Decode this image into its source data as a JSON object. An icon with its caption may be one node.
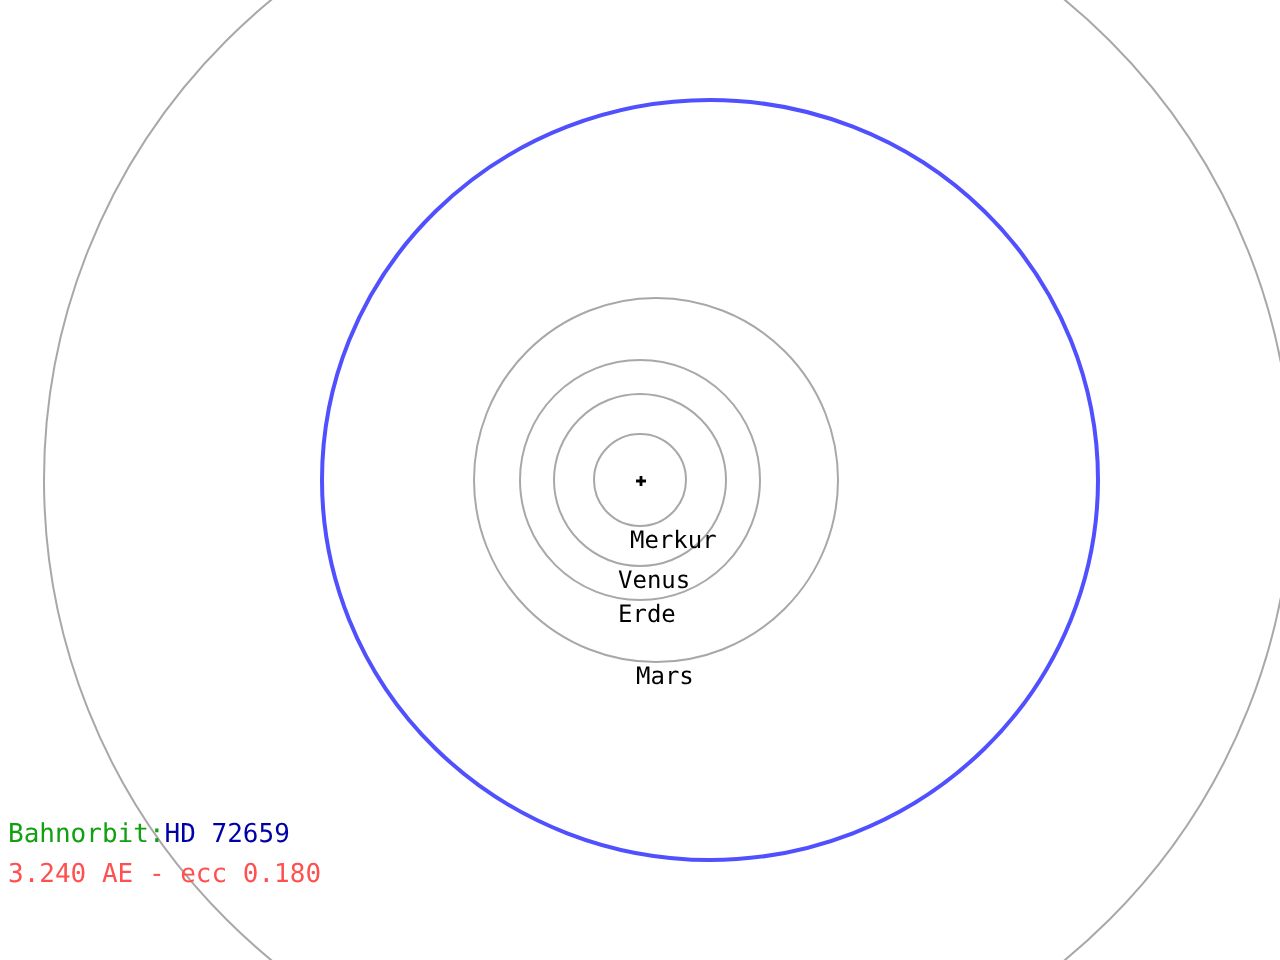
{
  "diagram": {
    "labels": [
      "Merkur",
      "Venus",
      "Erde",
      "Mars",
      "Bahnorbit:",
      "HD 72659",
      "3.240 AE - ecc 0.180"
    ]
  }
}
